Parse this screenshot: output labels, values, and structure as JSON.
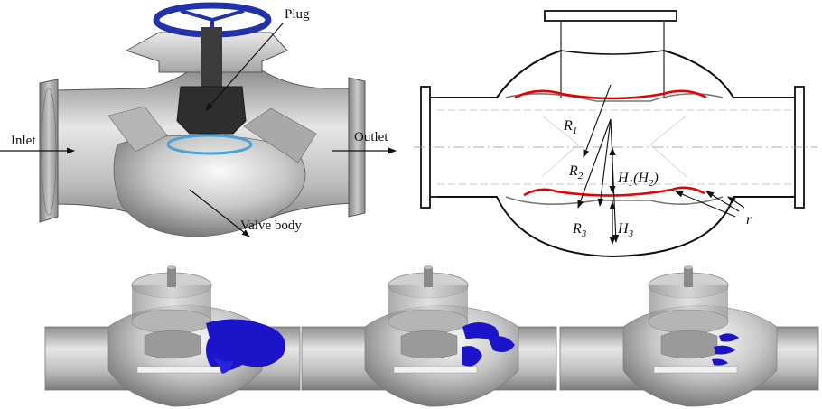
{
  "colors": {
    "metal_light": "#d9d9d9",
    "metal_mid": "#9c9c9c",
    "metal_dark": "#555555",
    "handwheel": "#2233aa",
    "seat_ring": "#4aa3d8",
    "cavitation": "#1c14c8",
    "highlight_profile": "#e60000"
  },
  "valve_cutaway": {
    "labels": {
      "plug": "Plug",
      "inlet": "Inlet",
      "outlet": "Outlet",
      "valve_body": "Valve body"
    },
    "icons": [
      "handwheel-icon",
      "flow-arrow-icon"
    ]
  },
  "schematic": {
    "radius_labels": {
      "r1": {
        "base": "R",
        "sub": "1"
      },
      "r2": {
        "base": "R",
        "sub": "2"
      },
      "r3": {
        "base": "R",
        "sub": "3"
      },
      "r_small": "r"
    },
    "height_labels": {
      "h1_base": "H",
      "h1_sub": "1",
      "h1_paren_open": "(",
      "h2_base": "H",
      "h2_sub": "2",
      "h1_paren_close": ")",
      "h3_base": "H",
      "h3_sub": "3"
    }
  },
  "cavitation_panels": [
    {
      "id": "panel-1",
      "cavity_extent": "large"
    },
    {
      "id": "panel-2",
      "cavity_extent": "medium"
    },
    {
      "id": "panel-3",
      "cavity_extent": "small"
    }
  ]
}
